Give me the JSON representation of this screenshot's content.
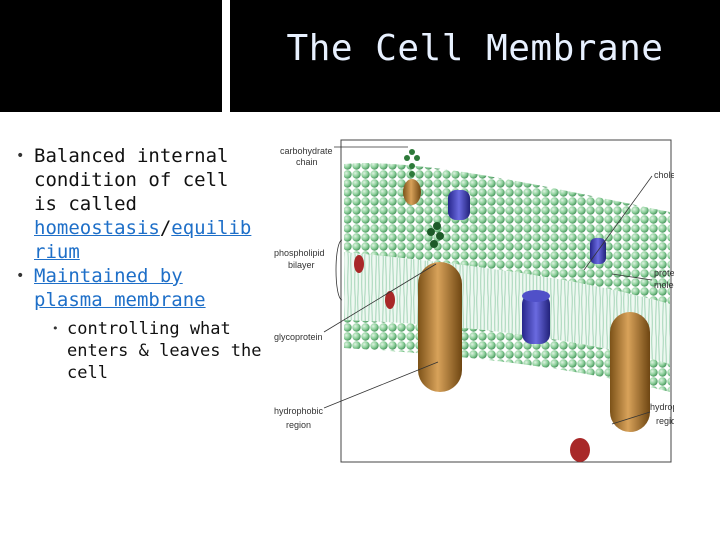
{
  "slide": {
    "title": "The Cell Membrane",
    "bullet1_text": "Balanced internal condition of cell is called ",
    "bullet1_link1": "homeostasis",
    "bullet1_sep": "/",
    "bullet1_link2": "equilibrium",
    "bullet2_link": "Maintained by plasma membrane",
    "sub_bullet": "controlling what enters & leaves the cell",
    "bullet_glyph": "•"
  },
  "diagram": {
    "labels": {
      "carbohydrate_chain_1": "carbohydrate",
      "carbohydrate_chain_2": "chain",
      "cholesterol": "cholesterol",
      "phospholipid_bilayer_1": "phospholipid",
      "phospholipid_bilayer_2": "bilayer",
      "protein_molecule_1": "protein",
      "protein_molecule_2": "molecule",
      "glycoprotein": "glycoprotein",
      "hydrophobic_region_1": "hydrophobic",
      "hydrophobic_region_2": "region",
      "hydrophilic_regions_1": "hydrophilic",
      "hydrophilic_regions_2": "regions"
    }
  },
  "colors": {
    "header": "#000000",
    "title": "#e8f1ff",
    "link": "#1e6fc8",
    "head_green": "#8ccf9a",
    "protein_brown": "#b8843a",
    "protein_blue": "#3f3fb0",
    "cholesterol_red": "#a82828"
  }
}
